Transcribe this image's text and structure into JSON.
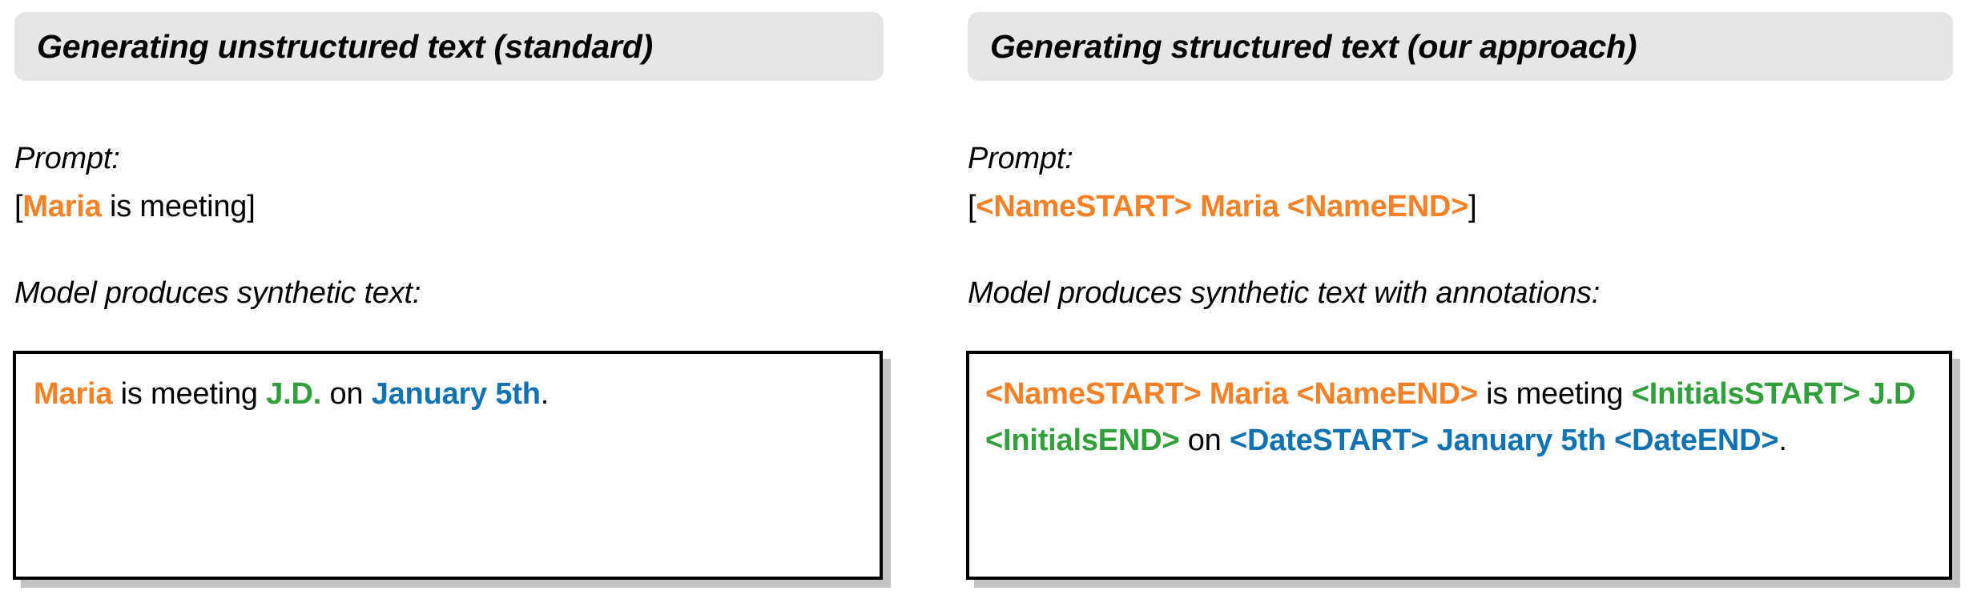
{
  "colors": {
    "name_entity": "#f58025",
    "initials_entity": "#2fa03a",
    "date_entity": "#1072b3",
    "plain_text": "#000000",
    "header_pill_background": "#e6e6e6",
    "box_border": "#000000",
    "box_shadow": "#c3c3c3",
    "page_background": "#ffffff"
  },
  "panels": {
    "left": {
      "header_title": "Generating unstructured text (standard)",
      "prompt_label": "Prompt:",
      "prompt_line": {
        "open_bracket": "[",
        "segments": [
          {
            "text": "Maria",
            "color": "name_entity",
            "bold": true
          },
          {
            "text": " is meeting",
            "color": "plain_text",
            "bold": false
          }
        ],
        "close_bracket": "]"
      },
      "model_label": "Model produces synthetic text:",
      "output": {
        "segments": [
          {
            "text": "Maria",
            "color": "name_entity",
            "bold": true
          },
          {
            "text": " is meeting ",
            "color": "plain_text",
            "bold": false
          },
          {
            "text": "J.D.",
            "color": "initials_entity",
            "bold": true
          },
          {
            "text": " on ",
            "color": "plain_text",
            "bold": false
          },
          {
            "text": "January 5th",
            "color": "date_entity",
            "bold": true
          },
          {
            "text": ".",
            "color": "plain_text",
            "bold": false
          }
        ]
      }
    },
    "right": {
      "header_title": "Generating structured text (our approach)",
      "prompt_label": "Prompt:",
      "prompt_line": {
        "open_bracket": "[",
        "segments": [
          {
            "text": "<NameSTART> Maria <NameEND>",
            "color": "name_entity",
            "bold": true
          }
        ],
        "close_bracket": "]"
      },
      "model_label": "Model produces synthetic text with annotations:",
      "output": {
        "segments": [
          {
            "text": "<NameSTART> Maria <NameEND>",
            "color": "name_entity",
            "bold": true
          },
          {
            "text": " is meeting ",
            "color": "plain_text",
            "bold": false
          },
          {
            "text": "<InitialsSTART> J.D <InitialsEND>",
            "color": "initials_entity",
            "bold": true
          },
          {
            "text": " on ",
            "color": "plain_text",
            "bold": false
          },
          {
            "text": "<DateSTART> January 5th <DateEND>",
            "color": "date_entity",
            "bold": true
          },
          {
            "text": ".",
            "color": "plain_text",
            "bold": false
          }
        ]
      }
    }
  }
}
